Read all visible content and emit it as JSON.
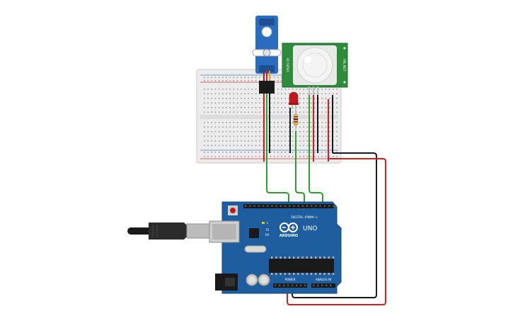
{
  "arduino": {
    "brand_label": "ARDUINO",
    "model_label": "UNO",
    "digital_header_label": "DIGITAL (PWM~)",
    "power_header_label": "POWER",
    "analog_header_label": "ANALOG IN",
    "tx_label": "TX",
    "rx_label": "RX",
    "led_l_label": "L"
  },
  "pir_sensor": {
    "side_label_left": "HC-SR501",
    "side_label_right": "PIR_MOT"
  },
  "colors": {
    "wire_green": "#2e9e2e",
    "wire_red": "#d21e1e",
    "wire_black": "#1a1a1a",
    "arduino_board": "#1e5e9e",
    "pir_board": "#2e8b3c",
    "servo_body": "#2a6cc0",
    "breadboard": "#e9e9e9",
    "led_red": "#c0191c"
  }
}
